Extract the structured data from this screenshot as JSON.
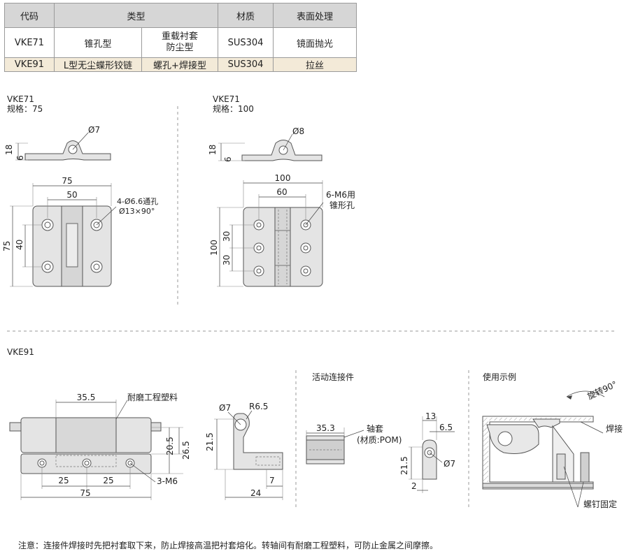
{
  "table": {
    "headers": [
      "代码",
      "类型",
      "材质",
      "表面处理"
    ],
    "rows": [
      {
        "code": "VKE71",
        "type_a": "锥孔型",
        "type_b_line1": "重载衬套",
        "type_b_line2": "防尘型",
        "material": "SUS304",
        "finish": "镜面抛光"
      },
      {
        "code": "VKE91",
        "type_a": "L型无尘蝶形铰链",
        "type_b": "螺孔+焊接型",
        "material": "SUS304",
        "finish": "拉丝"
      }
    ]
  },
  "drawing1": {
    "model": "VKE71",
    "spec": "规格：75",
    "side_hole": "Ø7",
    "side_h1": "18",
    "side_h2": "6",
    "width_total": "75",
    "width_inner": "50",
    "height_total": "75",
    "height_inner": "40",
    "hole_note1": "4-Ø6.6通孔",
    "hole_note2": "Ø13×90°"
  },
  "drawing2": {
    "model": "VKE71",
    "spec": "规格：100",
    "side_hole": "Ø8",
    "side_h1": "18",
    "side_h2": "6",
    "width_total": "100",
    "width_inner": "60",
    "height_total": "100",
    "pitch1": "30",
    "pitch2": "30",
    "hole_note1": "6-M6用",
    "hole_note2": "锥形孔"
  },
  "drawing3": {
    "model": "VKE91",
    "top_width": "35.5",
    "plastic_note": "耐磨工程塑料",
    "h_inner": "20.5",
    "h_total": "26.5",
    "pitch1": "25",
    "pitch2": "25",
    "width_total": "75",
    "thread": "3-M6",
    "side_hole": "Ø7",
    "radius": "R6.5",
    "side_h": "21.5",
    "side_w1": "7",
    "side_w2": "24"
  },
  "linkage": {
    "title": "活动连接件",
    "length": "35.3",
    "sleeve": "轴套",
    "sleeve_material": "(材质:POM)",
    "d1": "13",
    "d2": "6.5",
    "h": "21.5",
    "t": "2",
    "hole": "Ø7"
  },
  "usage": {
    "title": "使用示例",
    "rotate": "旋转90°",
    "weld": "焊接",
    "screw": "螺钉固定"
  },
  "note": "注意：连接件焊接时先把衬套取下来，防止焊接高温把衬套熔化。转轴间有耐磨工程塑料，可防止金属之间摩擦。"
}
